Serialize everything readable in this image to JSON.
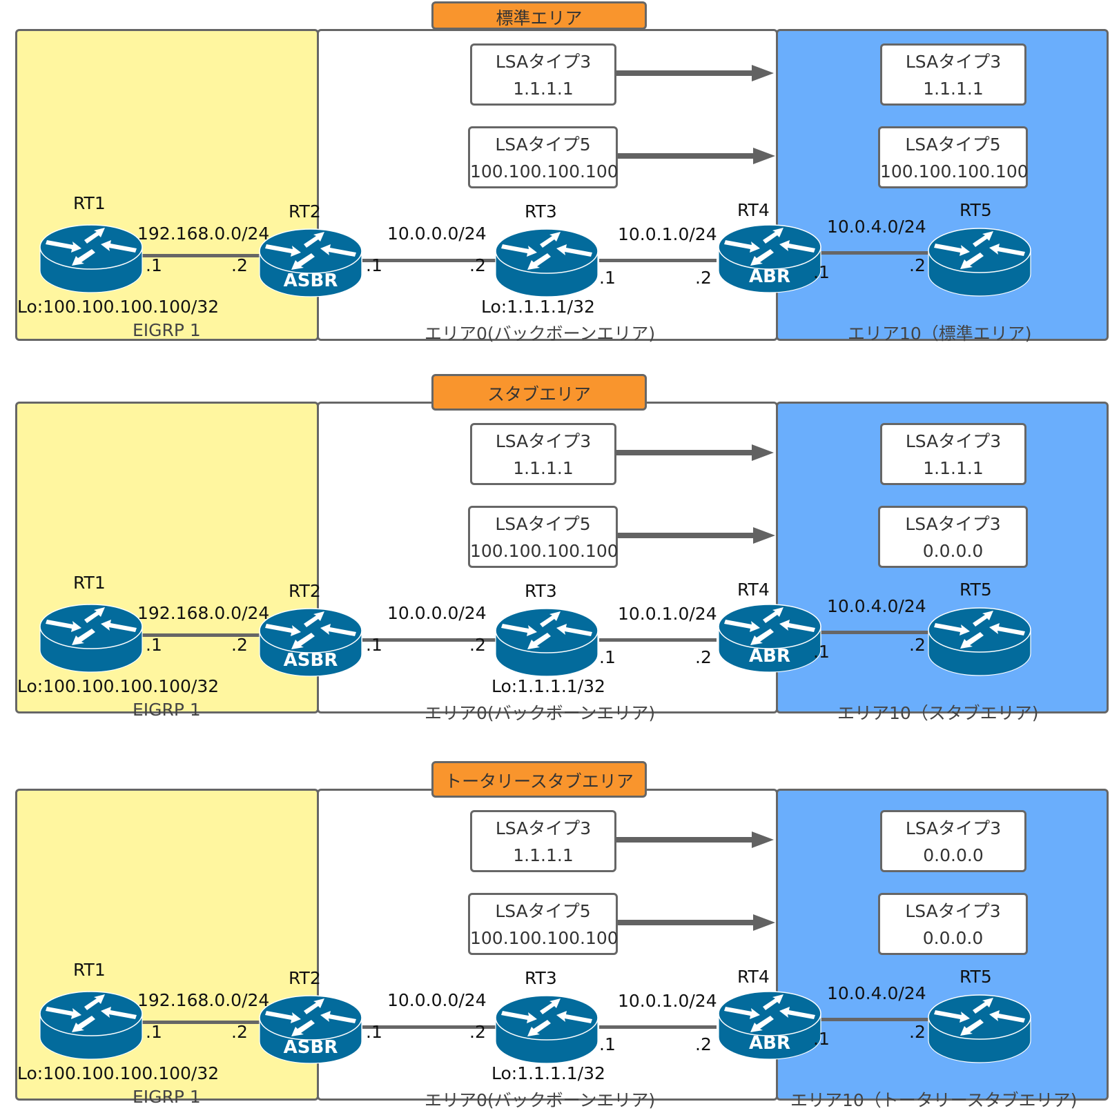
{
  "sections": [
    {
      "title": "標準エリア",
      "eigrp_label": "EIGRP 1",
      "backbone_label": "エリア0(バックボーンエリア)",
      "area10_label": "エリア10（標準エリア)",
      "backbone_lsas": [
        {
          "type": "LSAタイプ3",
          "value": "1.1.1.1"
        },
        {
          "type": "LSAタイプ5",
          "value": "100.100.100.100"
        }
      ],
      "area10_lsas": [
        {
          "type": "LSAタイプ3",
          "value": "1.1.1.1"
        },
        {
          "type": "LSAタイプ5",
          "value": "100.100.100.100"
        }
      ]
    },
    {
      "title": "スタブエリア",
      "eigrp_label": "EIGRP 1",
      "backbone_label": "エリア0(バックボーンエリア)",
      "area10_label": "エリア10（スタブエリア)",
      "backbone_lsas": [
        {
          "type": "LSAタイプ3",
          "value": "1.1.1.1"
        },
        {
          "type": "LSAタイプ5",
          "value": "100.100.100.100"
        }
      ],
      "area10_lsas": [
        {
          "type": "LSAタイプ3",
          "value": "1.1.1.1"
        },
        {
          "type": "LSAタイプ3",
          "value": "0.0.0.0"
        }
      ]
    },
    {
      "title": "トータリースタブエリア",
      "eigrp_label": "EIGRP 1",
      "backbone_label": "エリア0(バックボーンエリア)",
      "area10_label": "エリア10（トータリースタブエリア)",
      "backbone_lsas": [
        {
          "type": "LSAタイプ3",
          "value": "1.1.1.1"
        },
        {
          "type": "LSAタイプ5",
          "value": "100.100.100.100"
        }
      ],
      "area10_lsas": [
        {
          "type": "LSAタイプ3",
          "value": "0.0.0.0"
        },
        {
          "type": "LSAタイプ3",
          "value": "0.0.0.0"
        }
      ]
    }
  ],
  "topology": {
    "routers": [
      {
        "name": "RT1",
        "role": "",
        "loopback": "Lo:100.100.100.100/32"
      },
      {
        "name": "RT2",
        "role": "ASBR",
        "loopback": ""
      },
      {
        "name": "RT3",
        "role": "",
        "loopback": "Lo:1.1.1.1/32"
      },
      {
        "name": "RT4",
        "role": "ABR",
        "loopback": ""
      },
      {
        "name": "RT5",
        "role": "",
        "loopback": ""
      }
    ],
    "links": [
      {
        "network": "192.168.0.0/24",
        "left_if": ".1",
        "right_if": ".2"
      },
      {
        "network": "10.0.0.0/24",
        "left_if": ".1",
        "right_if": ".2"
      },
      {
        "network": "10.0.1.0/24",
        "left_if": ".1",
        "right_if": ".2"
      },
      {
        "network": "10.0.4.0/24",
        "left_if": ".1",
        "right_if": ".2"
      }
    ]
  },
  "colors": {
    "eigrp_domain": "#fff69f",
    "backbone_area": "#ffffff",
    "area10": "#6aaefc",
    "title_badge": "#f9952d",
    "router": "#036b9c",
    "border": "#666666"
  }
}
